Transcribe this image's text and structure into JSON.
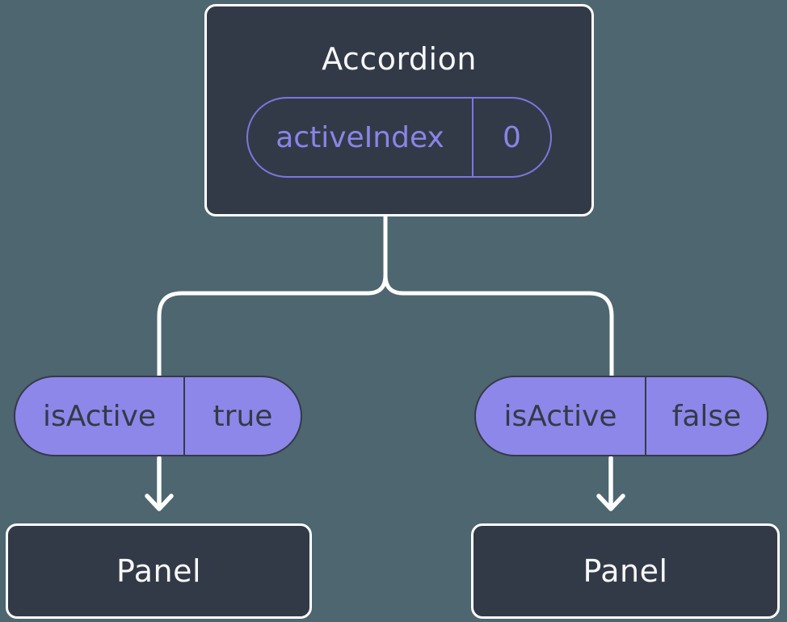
{
  "colors": {
    "background": "#4d6670",
    "node_fill": "#333a47",
    "node_border": "#ffffff",
    "node_text": "#f7f8fa",
    "state_border": "#7c76de",
    "state_text": "#8a84e8",
    "pill_fill": "#8d87ea",
    "pill_line": "#343a48",
    "pill_text": "#343a48",
    "connector": "#ffffff"
  },
  "diagram": {
    "root": {
      "title": "Accordion",
      "state": {
        "name": "activeIndex",
        "value": "0"
      }
    },
    "children": [
      {
        "prop": {
          "name": "isActive",
          "value": "true"
        },
        "node": {
          "title": "Panel"
        }
      },
      {
        "prop": {
          "name": "isActive",
          "value": "false"
        },
        "node": {
          "title": "Panel"
        }
      }
    ]
  },
  "icons": {
    "arrow_left": "arrow-down",
    "arrow_right": "arrow-down"
  }
}
